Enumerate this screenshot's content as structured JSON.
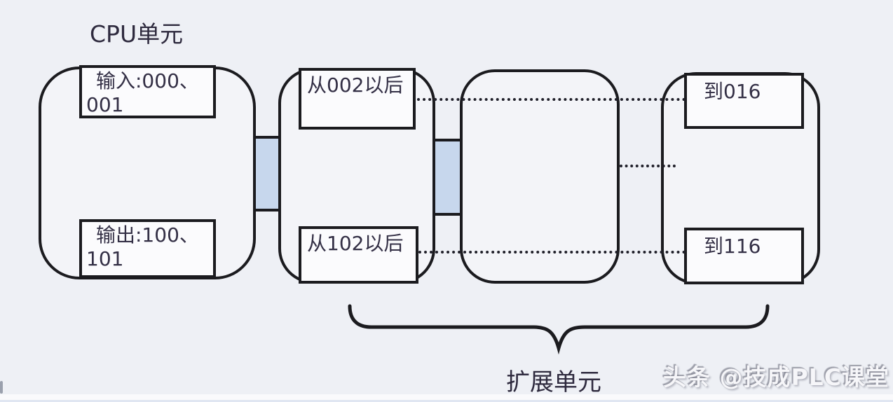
{
  "colors": {
    "background": "#eef0f5",
    "unit_fill": "#f3f4f8",
    "label_fill": "#fbfbfd",
    "line": "#1b1b1f",
    "connector_blue": "#c7d7ed",
    "text": "#332f45"
  },
  "cpu_unit": {
    "title": "CPU单元",
    "input_line1": "输入:000、",
    "input_line2": "001",
    "output_line1": "输出:100、",
    "output_line2": "101"
  },
  "expansion_units": [
    {
      "top_label": "从002以后",
      "bottom_label": "从102以后"
    },
    {
      "top_label": "",
      "bottom_label": ""
    },
    {
      "top_label": "到016",
      "bottom_label": "到116"
    }
  ],
  "brace": {
    "label": "扩展单元"
  },
  "watermark": {
    "text": "头条 @技成PLC课堂"
  }
}
